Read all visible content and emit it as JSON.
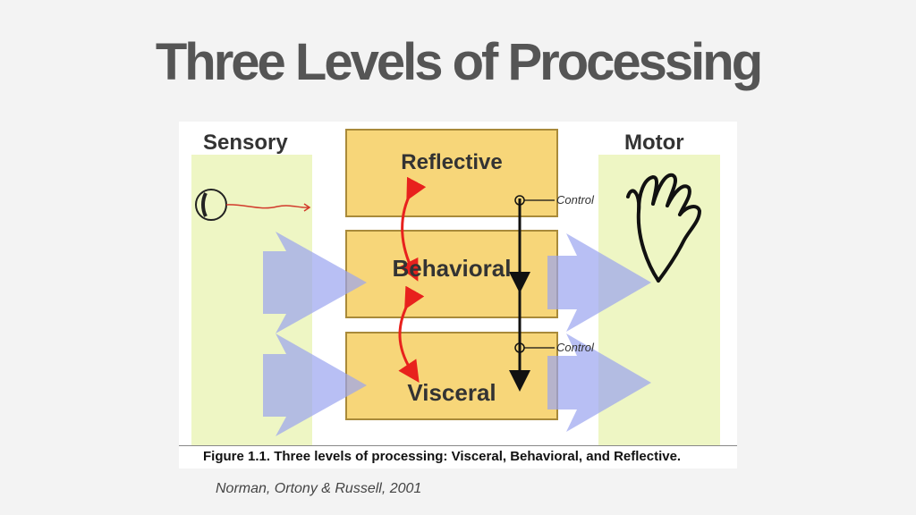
{
  "slide": {
    "title": "Three Levels of Processing",
    "citation": "Norman, Ortony & Russell, 2001"
  },
  "figure": {
    "sensory_label": "Sensory",
    "motor_label": "Motor",
    "levels": [
      "Reflective",
      "Behavioral",
      "Visceral"
    ],
    "control_label": "Control",
    "caption": "Figure 1.1. Three levels of processing: Visceral, Behavioral, and Reflective.",
    "sensory_icon": "eye-icon",
    "motor_icon": "hand-icon",
    "colors": {
      "column_fill": "#eef6c4",
      "box_fill": "#f7d679",
      "box_stroke": "#a98a3a",
      "arrow_fill": "#9aa4f0",
      "feedback_arrow": "#e8211d",
      "control_arrow": "#111111"
    }
  }
}
